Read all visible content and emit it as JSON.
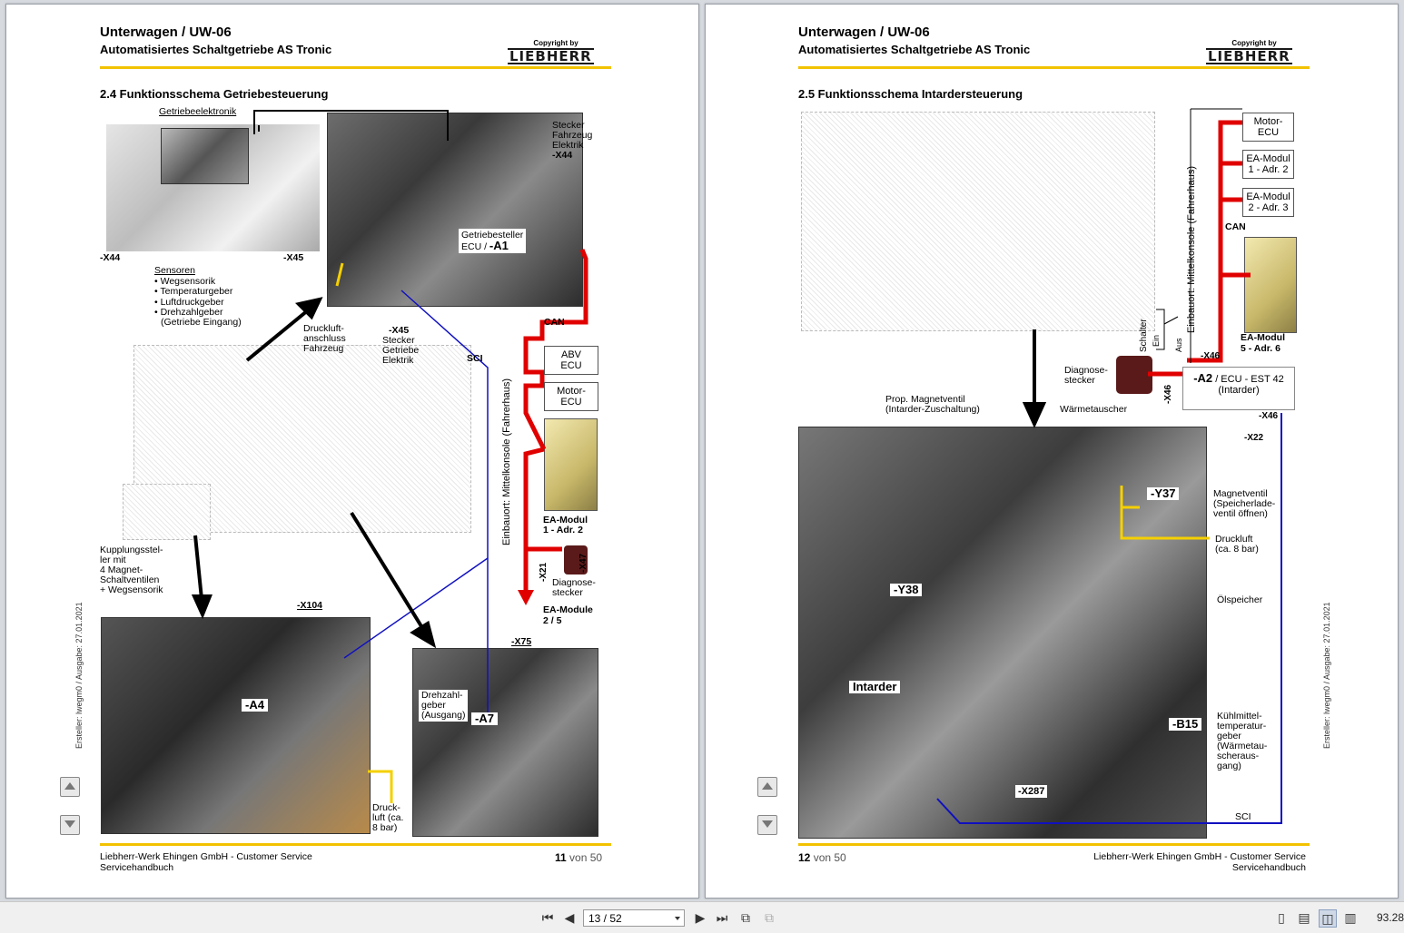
{
  "left_page": {
    "header_title": "Unterwagen / UW-06",
    "header_subtitle": "Automatisiertes Schaltgetriebe AS Tronic",
    "copyright": "Copyright by",
    "logo": "LIEBHERR",
    "section": "2.4   Funktionsschema Getriebesteuerung",
    "labels": {
      "getriebeelektronik": "Getriebeelektronik",
      "x44_left": "-X44",
      "x45_left": "-X45",
      "sensoren": "Sensoren",
      "sensor_1": "• Wegsensorik",
      "sensor_2": "• Temperaturgeber",
      "sensor_3": "• Luftdruckgeber",
      "sensor_4": "• Drehzahlgeber",
      "sensor_5": "(Getriebe Eingang)",
      "stecker_fz_1": "Stecker",
      "stecker_fz_2": "Fahrzeug",
      "stecker_fz_3": "Elektrik",
      "x44": "-X44",
      "getriebesteller": "Getriebesteller",
      "ecu_a1_prefix": "ECU / ",
      "ecu_a1": "-A1",
      "druckluft_1": "Druckluft-",
      "druckluft_2": "anschluss",
      "druckluft_3": "Fahrzeug",
      "x45": "-X45",
      "x45_s1": "Stecker",
      "x45_s2": "Getriebe",
      "x45_s3": "Elektrik",
      "sci": "SCI",
      "can": "CAN",
      "abv_ecu_1": "ABV",
      "abv_ecu_2": "ECU",
      "motor_ecu_1": "Motor-",
      "motor_ecu_2": "ECU",
      "einbauort": "Einbauort: Mittelkonsole (Fahrerhaus)",
      "ea_modul": "EA-Modul",
      "ea_adr": "1 - Adr. 2",
      "x21": "-X21",
      "x47": "-X47",
      "diag_1": "Diagnose-",
      "diag_2": "stecker",
      "ea_module": "EA-Module",
      "ea_module_num": "2 / 5",
      "kupplung_1": "Kupplungsstel-",
      "kupplung_2": "ler mit",
      "kupplung_3": "4 Magnet-",
      "kupplung_4": "Schaltventilen",
      "kupplung_5": "+ Wegsensorik",
      "x104": "-X104",
      "a4": "-A4",
      "x75": "-X75",
      "drehzahl_1": "Drehzahl-",
      "drehzahl_2": "geber",
      "drehzahl_3": "(Ausgang)",
      "a7": "-A7",
      "druck_1": "Druck-",
      "druck_2": "luft (ca.",
      "druck_3": "8 bar)"
    },
    "side_note": "Ersteller: lwegm0 / Ausgabe: 27.01.2021",
    "footer_1": "Liebherr-Werk Ehingen GmbH - Customer Service",
    "footer_2": "Servicehandbuch",
    "page_number": "11",
    "page_of": "von 50"
  },
  "right_page": {
    "header_title": "Unterwagen / UW-06",
    "header_subtitle": "Automatisiertes Schaltgetriebe AS Tronic",
    "copyright": "Copyright by",
    "logo": "LIEBHERR",
    "section": "2.5   Funktionsschema Intardersteuerung",
    "labels": {
      "motor_ecu_1": "Motor-",
      "motor_ecu_2": "ECU",
      "ea1_1": "EA-Modul",
      "ea1_2": "1 - Adr. 2",
      "ea2_1": "EA-Modul",
      "ea2_2": "2 - Adr. 3",
      "can": "CAN",
      "einbauort": "Einbauort: Mittelkonsole (Fahrerhaus)",
      "schalter": "Schalter",
      "ein": "Ein",
      "aus": "Aus",
      "ea5_1": "EA-Modul",
      "ea5_2": "5 - Adr. 6",
      "x46_a": "-X46",
      "diag_1": "Diagnose-",
      "diag_2": "stecker",
      "x46_b": "-X46",
      "a2": "-A2",
      "a2_rest": " / ECU - EST 42",
      "intarder_paren": "(Intarder)",
      "x46_c": "-X46",
      "x22": "-X22",
      "prop_1": "Prop. Magnetventil",
      "prop_2": "(Intarder-Zuschaltung)",
      "waermetauscher": "Wärmetauscher",
      "y37": "-Y37",
      "mv_1": "Magnetventil",
      "mv_2": "(Speicherlade-",
      "mv_3": "ventil öffnen)",
      "druckluft_1": "Druckluft",
      "druckluft_2": "(ca. 8 bar)",
      "oelspeicher": "Ölspeicher",
      "y38": "-Y38",
      "intarder": "Intarder",
      "b15": "-B15",
      "kuehl_1": "Kühlmittel-",
      "kuehl_2": "temperatur-",
      "kuehl_3": "geber",
      "kuehl_4": "(Wärmetau-",
      "kuehl_5": "scheraus-",
      "kuehl_6": "gang)",
      "x287": "-X287",
      "sci": "SCI"
    },
    "side_note": "Ersteller: lwegm0 / Ausgabe: 27.01.2021",
    "footer_1": "Liebherr-Werk Ehingen GmbH - Customer Service",
    "footer_2": "Servicehandbuch",
    "page_number": "12",
    "page_of": "von 50"
  },
  "toolbar": {
    "page_indicator": "13 / 52",
    "zoom": "93.28"
  },
  "colors": {
    "accent_yellow": "#f2c200",
    "can_red": "#e00000",
    "sci_blue": "#1010c0",
    "air_yellow": "#f5d000"
  }
}
